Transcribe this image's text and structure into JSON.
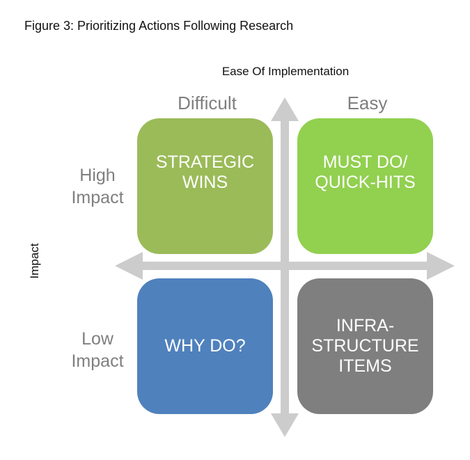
{
  "figure": {
    "title": "Figure 3: Prioritizing Actions Following Research",
    "x_axis_title": "Ease Of Implementation",
    "y_axis_title": "Impact"
  },
  "columns": [
    {
      "label": "Difficult"
    },
    {
      "label": "Easy"
    }
  ],
  "rows": [
    {
      "label": "High\nImpact"
    },
    {
      "label": "Low\nImpact"
    }
  ],
  "quadrants": [
    {
      "position": "top-left",
      "label": "STRATEGIC\nWINS",
      "color": "#9bbb59"
    },
    {
      "position": "top-right",
      "label": "MUST DO/\nQUICK-HITS",
      "color": "#92d050"
    },
    {
      "position": "bottom-left",
      "label": "WHY DO?",
      "color": "#4f81bd"
    },
    {
      "position": "bottom-right",
      "label": "INFRA-\nSTRUCTURE\nITEMS",
      "color": "#7f7f7f"
    }
  ],
  "colors": {
    "arrow": "#cccccc",
    "axis_label": "#7f7f7f",
    "text": "#111111"
  }
}
